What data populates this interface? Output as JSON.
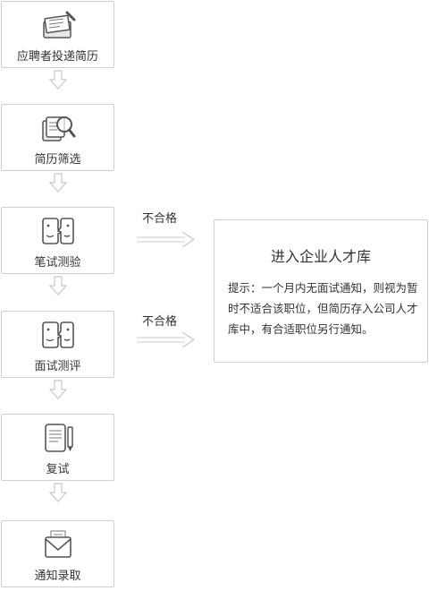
{
  "steps": [
    {
      "label": "应聘者投递简历",
      "icon": "resume-submit-icon"
    },
    {
      "label": "简历筛选",
      "icon": "magnify-documents-icon"
    },
    {
      "label": "笔试测验",
      "icon": "faces-icon"
    },
    {
      "label": "面试测评",
      "icon": "faces-icon"
    },
    {
      "label": "复试",
      "icon": "notepad-pen-icon"
    },
    {
      "label": "通知录取",
      "icon": "envelope-icon"
    }
  ],
  "rejections": [
    {
      "label": "不合格"
    },
    {
      "label": "不合格"
    }
  ],
  "talent_pool": {
    "title": "进入企业人才库",
    "tip": "提示：一个月内无面试通知，则视为暂时不适合该职位，但简历存入公司人才库中，有合适职位另行通知。"
  },
  "colors": {
    "border": "#cfcfcf",
    "icon_stroke": "#555555",
    "arrow": "#c8c8c8"
  }
}
